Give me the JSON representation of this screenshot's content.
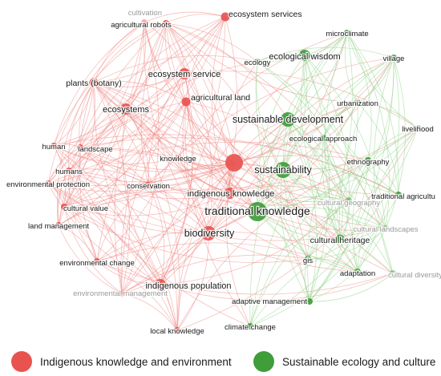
{
  "colors": {
    "red": "#e8534f",
    "green": "#3f9d3a",
    "red_edge": "#ef8a86",
    "green_edge": "#8fd489"
  },
  "legend": [
    {
      "label": "Indigenous knowledge and environment",
      "color": "#e8534f"
    },
    {
      "label": "Sustainable ecology and culture",
      "color": "#3f9d3a"
    }
  ],
  "nodes": [
    {
      "id": "cultivation",
      "label": "cultivation",
      "cluster": "red",
      "weight": 1,
      "faded": true
    },
    {
      "id": "ecosystem-services",
      "label": "ecosystem services",
      "cluster": "red",
      "weight": 2
    },
    {
      "id": "agricultural-robots",
      "label": "agricultural robots",
      "cluster": "red",
      "weight": 1
    },
    {
      "id": "plants-botany",
      "label": "plants (botany)",
      "cluster": "red",
      "weight": 2
    },
    {
      "id": "ecosystem-service",
      "label": "ecosystem service",
      "cluster": "red",
      "weight": 3
    },
    {
      "id": "agricultural-land",
      "label": "agricultural land",
      "cluster": "red",
      "weight": 2
    },
    {
      "id": "ecosystems",
      "label": "ecosystems",
      "cluster": "red",
      "weight": 3
    },
    {
      "id": "human",
      "label": "human",
      "cluster": "red",
      "weight": 1
    },
    {
      "id": "landscape",
      "label": "landscape",
      "cluster": "red",
      "weight": 1
    },
    {
      "id": "knowledge",
      "label": "knowledge",
      "cluster": "red",
      "weight": 1
    },
    {
      "id": "humans",
      "label": "humans",
      "cluster": "red",
      "weight": 1
    },
    {
      "id": "environmental-protection",
      "label": "environmental protection",
      "cluster": "red",
      "weight": 1
    },
    {
      "id": "conservation",
      "label": "conservation",
      "cluster": "red",
      "weight": 1
    },
    {
      "id": "indigenous-knowledge",
      "label": "indigenous knowledge",
      "cluster": "red",
      "weight": 3
    },
    {
      "id": "cultural-value",
      "label": "cultural value",
      "cluster": "red",
      "weight": 1
    },
    {
      "id": "land-management",
      "label": "land management",
      "cluster": "red",
      "weight": 1
    },
    {
      "id": "biodiversity",
      "label": "biodiversity",
      "cluster": "red",
      "weight": 5
    },
    {
      "id": "environmental-change",
      "label": "environmental change",
      "cluster": "red",
      "weight": 1
    },
    {
      "id": "environmental-management",
      "label": "environmental management",
      "cluster": "red",
      "weight": 1,
      "faded": true
    },
    {
      "id": "indigenous-population",
      "label": "indigenous population",
      "cluster": "red",
      "weight": 3
    },
    {
      "id": "local-knowledge",
      "label": "local knowledge",
      "cluster": "red",
      "weight": 1
    },
    {
      "id": "traditional-knowledge-hub",
      "label": "",
      "cluster": "red",
      "weight": 8
    },
    {
      "id": "ecology",
      "label": "ecology",
      "cluster": "green",
      "weight": 1
    },
    {
      "id": "ecological-wisdom",
      "label": "ecological wisdom",
      "cluster": "green",
      "weight": 3
    },
    {
      "id": "microclimate",
      "label": "microclimate",
      "cluster": "green",
      "weight": 1
    },
    {
      "id": "village",
      "label": "village",
      "cluster": "green",
      "weight": 1
    },
    {
      "id": "urbanization",
      "label": "urbanization",
      "cluster": "green",
      "weight": 1
    },
    {
      "id": "sustainable-development",
      "label": "sustainable development",
      "cluster": "green",
      "weight": 5
    },
    {
      "id": "livelihood",
      "label": "livelihood",
      "cluster": "green",
      "weight": 1
    },
    {
      "id": "ecological-approach",
      "label": "ecological approach",
      "cluster": "green",
      "weight": 1
    },
    {
      "id": "ethnography",
      "label": "ethnography",
      "cluster": "green",
      "weight": 1
    },
    {
      "id": "sustainability",
      "label": "sustainability",
      "cluster": "green",
      "weight": 6
    },
    {
      "id": "traditional-agriculture",
      "label": "traditional agricultu",
      "cluster": "green",
      "weight": 1
    },
    {
      "id": "cultural-geography",
      "label": "cultural geography",
      "cluster": "green",
      "weight": 1,
      "faded": true
    },
    {
      "id": "traditional-knowledge",
      "label": "traditional knowledge",
      "cluster": "green",
      "weight": 9
    },
    {
      "id": "cultural-landscapes",
      "label": "cultural landscapes",
      "cluster": "green",
      "weight": 1,
      "faded": true
    },
    {
      "id": "cultural-heritage",
      "label": "cultural heritage",
      "cluster": "green",
      "weight": 2
    },
    {
      "id": "gis",
      "label": "gis",
      "cluster": "green",
      "weight": 1
    },
    {
      "id": "adaptation",
      "label": "adaptation",
      "cluster": "green",
      "weight": 1
    },
    {
      "id": "cultural-diversity",
      "label": "cultural diversity",
      "cluster": "green",
      "weight": 1,
      "faded": true
    },
    {
      "id": "adaptive-management",
      "label": "adaptive management",
      "cluster": "green",
      "weight": 1
    },
    {
      "id": "climate-change",
      "label": "climate change",
      "cluster": "green",
      "weight": 1
    }
  ]
}
